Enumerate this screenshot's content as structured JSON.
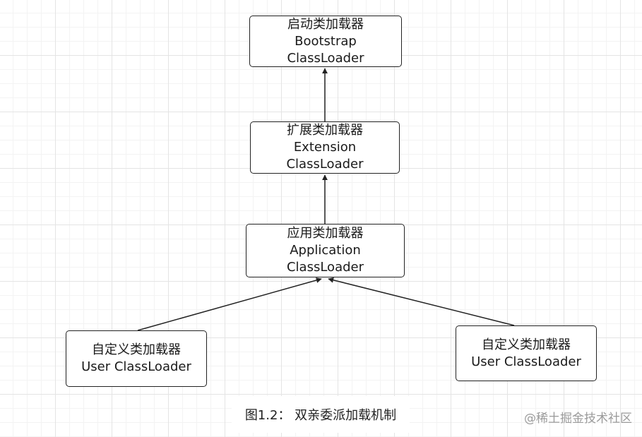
{
  "nodes": {
    "bootstrap": {
      "line1": "启动类加载器",
      "line2": "Bootstrap",
      "line3": "ClassLoader"
    },
    "extension": {
      "line1": "扩展类加载器",
      "line2": "Extension",
      "line3": "ClassLoader"
    },
    "application": {
      "line1": "应用类加载器",
      "line2": "Application",
      "line3": "ClassLoader"
    },
    "user_left": {
      "line1": "自定义类加载器",
      "line2": "User ClassLoader"
    },
    "user_right": {
      "line1": "自定义类加载器",
      "line2": "User ClassLoader"
    }
  },
  "caption": "图1.2： 双亲委派加载机制",
  "watermark": "@稀土掘金技术社区",
  "colors": {
    "stroke": "#222222",
    "grid": "#e4e4e4",
    "background": "#ffffff"
  }
}
